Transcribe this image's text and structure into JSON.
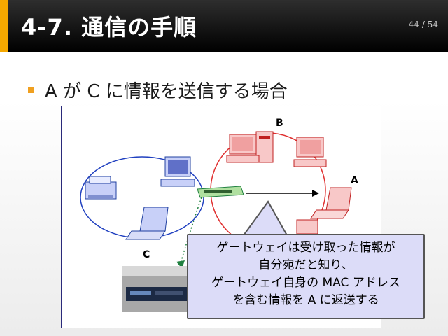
{
  "slide": {
    "title": "4-7. 通信の手順",
    "page_number": "44 / 54",
    "bullet": "A が C に情報を送信する場合"
  },
  "diagram": {
    "labels": {
      "b": "B",
      "a": "A",
      "c": "C"
    }
  },
  "callout": {
    "lines": [
      "ゲートウェイは受け取った情報が",
      "自分宛だと知り、",
      "ゲートウェイ自身の MAC アドレス",
      "を含む情報を A に返送する"
    ]
  },
  "colors": {
    "accent": "#f5a800",
    "blue_network": "#2040c0",
    "red_network": "#e03030",
    "callout_bg": "#dcdcf8"
  }
}
